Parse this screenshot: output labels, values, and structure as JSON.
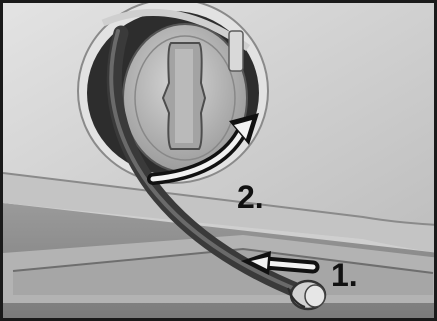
{
  "steps": {
    "one": {
      "label": "1."
    },
    "two": {
      "label": "2."
    }
  },
  "colors": {
    "appliance_face": "#d6d6d6",
    "floor": "#8f8f8f",
    "hose": "#3a3a3a",
    "filter_cap": "#bdbdbd",
    "arrows": "#111111"
  },
  "icons": [
    "drain-hose",
    "filter-cap",
    "clockwise-turn-arrow",
    "pull-arrow"
  ]
}
